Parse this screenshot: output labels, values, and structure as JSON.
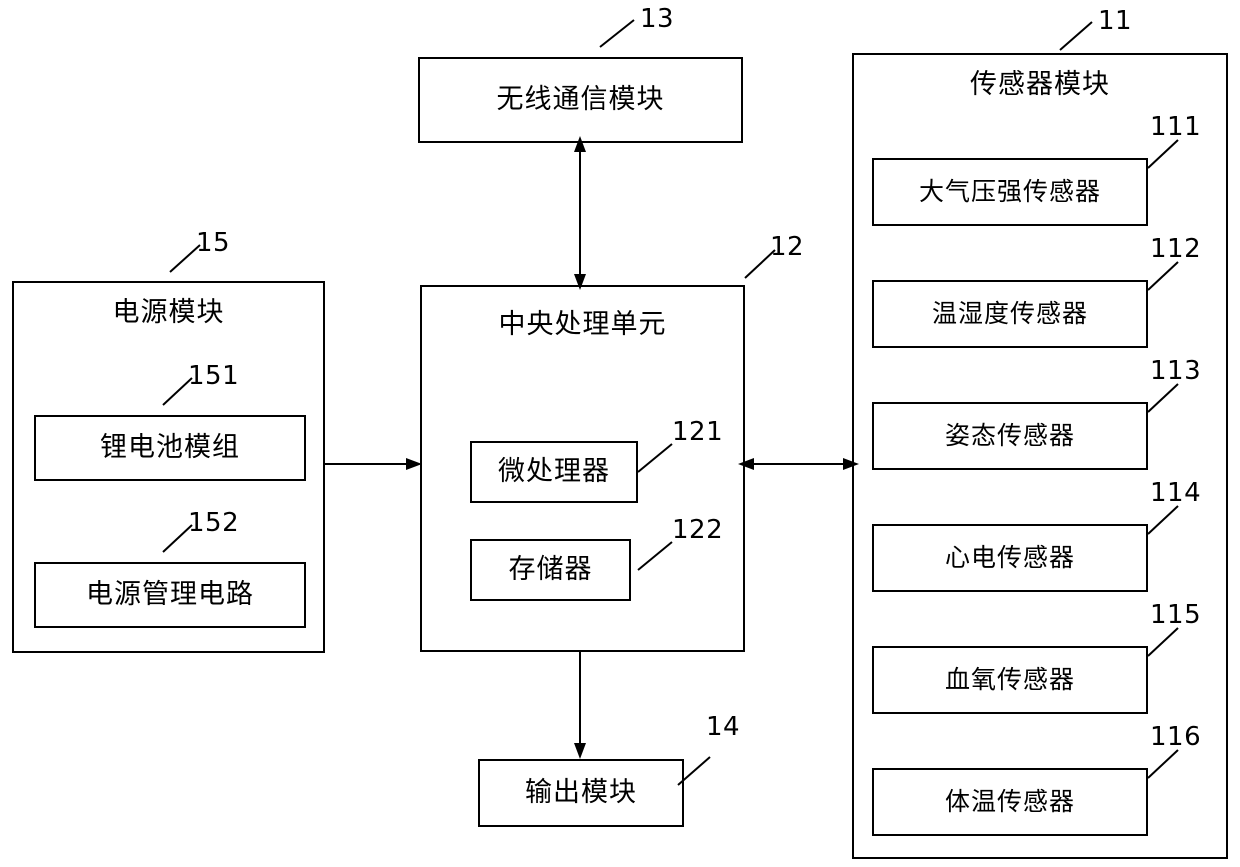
{
  "diagram": {
    "title": "",
    "blocks": {
      "wireless": {
        "label": "无线通信模块",
        "ref": "13"
      },
      "sensor_module": {
        "label": "传感器模块",
        "ref": "11"
      },
      "power_module": {
        "label": "电源模块",
        "ref": "15"
      },
      "battery": {
        "label": "锂电池模组",
        "ref": "151"
      },
      "power_mgmt": {
        "label": "电源管理电路",
        "ref": "152"
      },
      "cpu": {
        "label": "中央处理单元",
        "ref": "12"
      },
      "micro": {
        "label": "微处理器",
        "ref": "121"
      },
      "memory": {
        "label": "存储器",
        "ref": "122"
      },
      "output": {
        "label": "输出模块",
        "ref": "14"
      }
    },
    "sensors": [
      {
        "label": "大气压强传感器",
        "ref": "111"
      },
      {
        "label": "温湿度传感器",
        "ref": "112"
      },
      {
        "label": "姿态传感器",
        "ref": "113"
      },
      {
        "label": "心电传感器",
        "ref": "114"
      },
      {
        "label": "血氧传感器",
        "ref": "115"
      },
      {
        "label": "体温传感器",
        "ref": "116"
      }
    ]
  }
}
